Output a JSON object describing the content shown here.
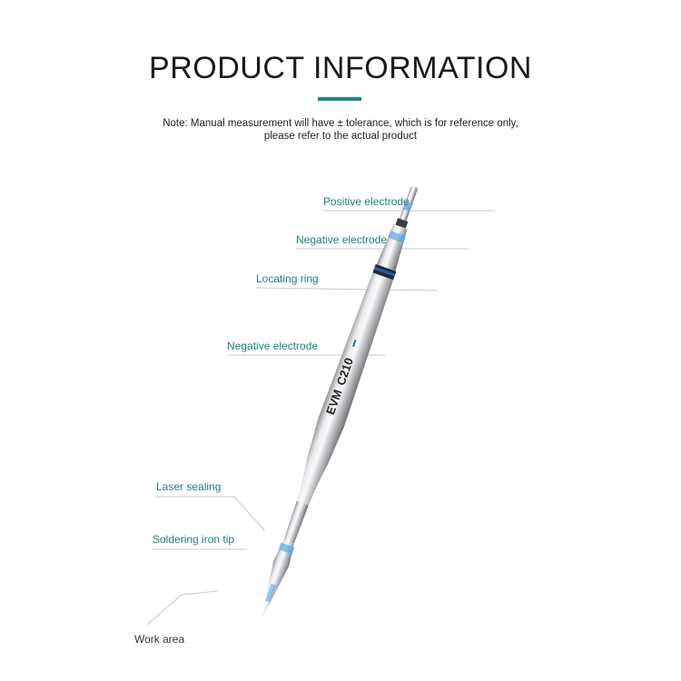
{
  "header": {
    "title": "PRODUCT INFORMATION",
    "accent_color": "#1f8a82"
  },
  "note": {
    "line1": "Note: Manual measurement will have ± tolerance, which is for reference only,",
    "line2": "please refer to the actual product"
  },
  "product": {
    "brand_text": "EVM",
    "model_text": "C210"
  },
  "labels": {
    "positive_electrode": "Positive electrode",
    "negative_electrode_top": "Negative electrode",
    "locating_ring": "Locating ring",
    "negative_electrode_mid": "Negative electrode",
    "laser_sealing": "Laser sealing",
    "soldering_iron_tip": "Soldering iron tip",
    "work_area": "Work area"
  }
}
